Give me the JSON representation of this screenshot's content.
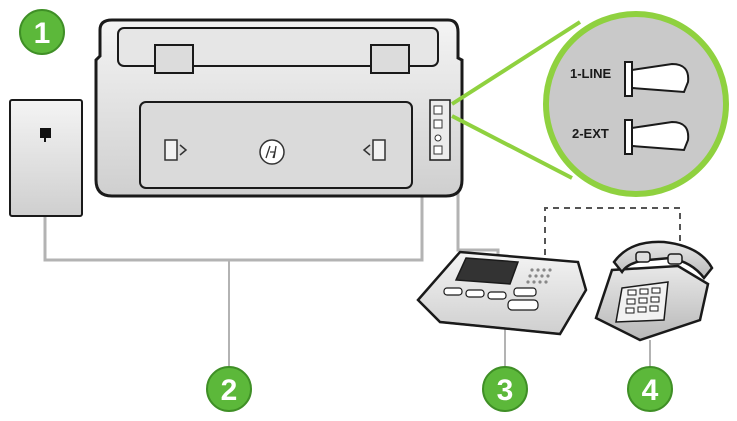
{
  "callouts": [
    {
      "id": "1",
      "label": "1"
    },
    {
      "id": "2",
      "label": "2"
    },
    {
      "id": "3",
      "label": "3"
    },
    {
      "id": "4",
      "label": "4"
    }
  ],
  "ports": {
    "line_label": "1-LINE",
    "ext_label": "2-EXT"
  },
  "colors": {
    "callout_green": "#5cb83a",
    "zoom_ring": "#8fd13f",
    "cable": "#b3b3b3",
    "device_outline": "#1a1a1a"
  }
}
